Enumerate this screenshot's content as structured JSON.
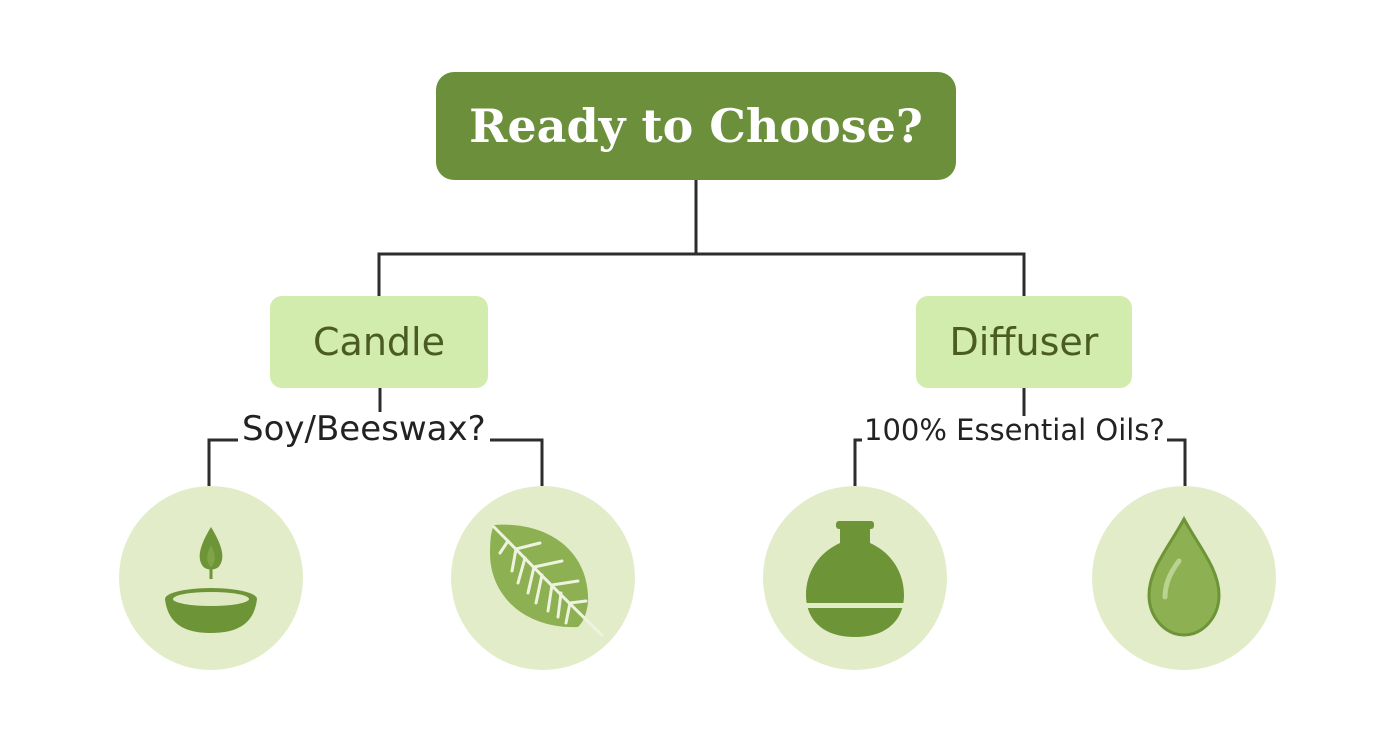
{
  "colors": {
    "root_fill": "#6b8f3a",
    "root_text": "#ffffff",
    "branch_fill": "#d2ecad",
    "branch_text": "#4a5c22",
    "circle_fill": "#e2ecc9",
    "icon_dark": "#6e9438",
    "icon_mid": "#8cb052",
    "line": "#2d2d2d"
  },
  "root": {
    "label": "Ready to Choose?"
  },
  "branches": [
    {
      "label": "Candle",
      "question": "Soy/Beeswax?",
      "options": [
        {
          "icon": "candle-bowl-icon"
        },
        {
          "icon": "leaf-icon"
        }
      ]
    },
    {
      "label": "Diffuser",
      "question": "100% Essential Oils?",
      "options": [
        {
          "icon": "diffuser-vase-icon"
        },
        {
          "icon": "oil-drop-icon"
        }
      ]
    }
  ]
}
